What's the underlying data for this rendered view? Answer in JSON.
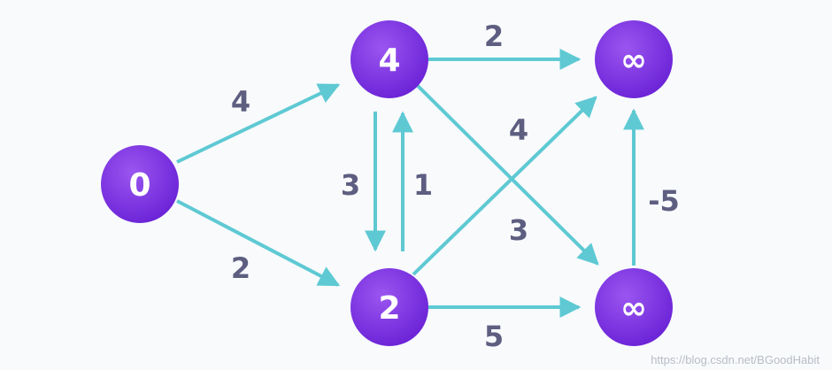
{
  "graph": {
    "nodes": [
      {
        "id": "A",
        "label": "0"
      },
      {
        "id": "B",
        "label": "4"
      },
      {
        "id": "C",
        "label": "2"
      },
      {
        "id": "D",
        "label": "∞"
      },
      {
        "id": "E",
        "label": "∞"
      }
    ],
    "edges": [
      {
        "from": "A",
        "to": "B",
        "weight": "4"
      },
      {
        "from": "A",
        "to": "C",
        "weight": "2"
      },
      {
        "from": "B",
        "to": "C",
        "weight": "3"
      },
      {
        "from": "C",
        "to": "B",
        "weight": "1"
      },
      {
        "from": "B",
        "to": "D",
        "weight": "2"
      },
      {
        "from": "B",
        "to": "E",
        "weight": "3"
      },
      {
        "from": "C",
        "to": "D",
        "weight": "4"
      },
      {
        "from": "C",
        "to": "E",
        "weight": "5"
      },
      {
        "from": "E",
        "to": "D",
        "weight": "-5"
      }
    ]
  },
  "watermark": "https://blog.csdn.net/BGoodHabit",
  "colors": {
    "edge": "#5ec9d3",
    "node_light": "#9a55f0",
    "node_dark": "#6a22d6",
    "label": "#5d5e80"
  }
}
